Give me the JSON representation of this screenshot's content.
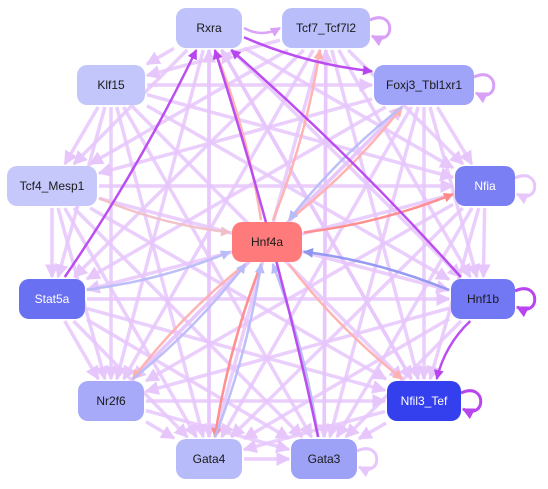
{
  "nodes": [
    {
      "id": "rxra",
      "label": "Rxra",
      "fill": "#bfc2fb",
      "text": "#1a1a1a"
    },
    {
      "id": "tcf7",
      "label": "Tcf7_Tcf7l2",
      "fill": "#b9bdfa",
      "text": "#1a1a1a"
    },
    {
      "id": "klf15",
      "label": "Klf15",
      "fill": "#c3c6fb",
      "text": "#1a1a1a"
    },
    {
      "id": "foxj3",
      "label": "Foxj3_Tbl1xr1",
      "fill": "#9fa4f8",
      "text": "#1a1a1a"
    },
    {
      "id": "tcf4",
      "label": "Tcf4_Mesp1",
      "fill": "#c6c8fb",
      "text": "#1a1a1a"
    },
    {
      "id": "nfia",
      "label": "Nfia",
      "fill": "#7a80f4",
      "text": "#ffffff"
    },
    {
      "id": "hnf4a",
      "label": "Hnf4a",
      "fill": "#ff7a7a",
      "text": "#1a1a1a"
    },
    {
      "id": "stat5a",
      "label": "Stat5a",
      "fill": "#6a70f2",
      "text": "#ffffff"
    },
    {
      "id": "hnf1b",
      "label": "Hnf1b",
      "fill": "#7277f3",
      "text": "#1a1a1a"
    },
    {
      "id": "nr2f6",
      "label": "Nr2f6",
      "fill": "#a6aaf8",
      "text": "#1a1a1a"
    },
    {
      "id": "nfil3",
      "label": "Nfil3_Tef",
      "fill": "#3440ee",
      "text": "#ffffff"
    },
    {
      "id": "gata4",
      "label": "Gata4",
      "fill": "#b8bbfa",
      "text": "#1a1a1a"
    },
    {
      "id": "gata3",
      "label": "Gata3",
      "fill": "#9da2f7",
      "text": "#1a1a1a"
    }
  ],
  "edges": [
    {
      "from": "hnf1b",
      "to": "hnf4a",
      "color": "#8f96f0"
    },
    {
      "from": "hnf4a",
      "to": "nfia",
      "color": "#ff8a8a"
    },
    {
      "from": "hnf4a",
      "to": "rxra",
      "color": "#ffb0b0"
    },
    {
      "from": "hnf4a",
      "to": "tcf7",
      "color": "#ffb0b0"
    },
    {
      "from": "hnf4a",
      "to": "gata4",
      "color": "#ff8a8a"
    },
    {
      "from": "hnf4a",
      "to": "nfil3",
      "color": "#ffb0b0"
    },
    {
      "from": "hnf4a",
      "to": "nr2f6",
      "color": "#ffb0b0"
    },
    {
      "from": "hnf4a",
      "to": "foxj3",
      "color": "#ffb0b0"
    },
    {
      "from": "stat5a",
      "to": "hnf4a",
      "color": "#b8bcf8"
    },
    {
      "from": "nr2f6",
      "to": "hnf4a",
      "color": "#b8bcf8"
    },
    {
      "from": "gata4",
      "to": "hnf4a",
      "color": "#b8bcf8"
    },
    {
      "from": "gata3",
      "to": "hnf4a",
      "color": "#b8bcf8"
    },
    {
      "from": "foxj3",
      "to": "hnf4a",
      "color": "#b8bcf8"
    },
    {
      "from": "tcf4",
      "to": "hnf4a",
      "color": "#f0c0c8"
    },
    {
      "from": "hnf1b",
      "to": "rxra",
      "color": "#b845f0"
    },
    {
      "from": "stat5a",
      "to": "rxra",
      "color": "#b845f0"
    },
    {
      "from": "gata3",
      "to": "rxra",
      "color": "#b845f0"
    },
    {
      "from": "rxra",
      "to": "foxj3",
      "color": "#b845f0"
    },
    {
      "from": "hnf1b",
      "to": "nfil3",
      "color": "#b845f0"
    },
    {
      "from": "rxra",
      "to": "tcf7",
      "color": "#d9a0f7"
    },
    {
      "from": "rxra",
      "to": "klf15",
      "color": "#e6c6fb"
    },
    {
      "from": "rxra",
      "to": "tcf4",
      "color": "#e6c6fb"
    },
    {
      "from": "rxra",
      "to": "nfia",
      "color": "#e6c6fb"
    },
    {
      "from": "rxra",
      "to": "hnf1b",
      "color": "#e6c6fb"
    },
    {
      "from": "rxra",
      "to": "nfil3",
      "color": "#e6c6fb"
    },
    {
      "from": "rxra",
      "to": "gata4",
      "color": "#e6c6fb"
    },
    {
      "from": "rxra",
      "to": "nr2f6",
      "color": "#e6c6fb"
    },
    {
      "from": "tcf7",
      "to": "klf15",
      "color": "#e6c6fb"
    },
    {
      "from": "tcf7",
      "to": "tcf4",
      "color": "#e6c6fb"
    },
    {
      "from": "tcf7",
      "to": "nfia",
      "color": "#e6c6fb"
    },
    {
      "from": "tcf7",
      "to": "stat5a",
      "color": "#e6c6fb"
    },
    {
      "from": "tcf7",
      "to": "nr2f6",
      "color": "#e6c6fb"
    },
    {
      "from": "tcf7",
      "to": "gata4",
      "color": "#e6c6fb"
    },
    {
      "from": "tcf7",
      "to": "gata3",
      "color": "#e6c6fb"
    },
    {
      "from": "tcf7",
      "to": "hnf1b",
      "color": "#e6c6fb"
    },
    {
      "from": "tcf7",
      "to": "nfil3",
      "color": "#e6c6fb"
    },
    {
      "from": "klf15",
      "to": "foxj3",
      "color": "#e6c6fb"
    },
    {
      "from": "klf15",
      "to": "nfia",
      "color": "#e6c6fb"
    },
    {
      "from": "klf15",
      "to": "hnf1b",
      "color": "#e6c6fb"
    },
    {
      "from": "klf15",
      "to": "nfil3",
      "color": "#e6c6fb"
    },
    {
      "from": "klf15",
      "to": "gata3",
      "color": "#e6c6fb"
    },
    {
      "from": "klf15",
      "to": "gata4",
      "color": "#e6c6fb"
    },
    {
      "from": "klf15",
      "to": "stat5a",
      "color": "#e6c6fb"
    },
    {
      "from": "klf15",
      "to": "nr2f6",
      "color": "#e6c6fb"
    },
    {
      "from": "klf15",
      "to": "tcf4",
      "color": "#e6c6fb"
    },
    {
      "from": "foxj3",
      "to": "tcf4",
      "color": "#e6c6fb"
    },
    {
      "from": "foxj3",
      "to": "nfia",
      "color": "#e6c6fb"
    },
    {
      "from": "foxj3",
      "to": "stat5a",
      "color": "#e6c6fb"
    },
    {
      "from": "foxj3",
      "to": "nr2f6",
      "color": "#e6c6fb"
    },
    {
      "from": "foxj3",
      "to": "gata4",
      "color": "#e6c6fb"
    },
    {
      "from": "foxj3",
      "to": "gata3",
      "color": "#e6c6fb"
    },
    {
      "from": "foxj3",
      "to": "hnf1b",
      "color": "#e6c6fb"
    },
    {
      "from": "foxj3",
      "to": "nfil3",
      "color": "#e6c6fb"
    },
    {
      "from": "tcf4",
      "to": "nfia",
      "color": "#e6c6fb"
    },
    {
      "from": "tcf4",
      "to": "hnf1b",
      "color": "#e6c6fb"
    },
    {
      "from": "tcf4",
      "to": "nfil3",
      "color": "#e6c6fb"
    },
    {
      "from": "tcf4",
      "to": "gata3",
      "color": "#e6c6fb"
    },
    {
      "from": "tcf4",
      "to": "gata4",
      "color": "#e6c6fb"
    },
    {
      "from": "tcf4",
      "to": "nr2f6",
      "color": "#e6c6fb"
    },
    {
      "from": "tcf4",
      "to": "stat5a",
      "color": "#e6c6fb"
    },
    {
      "from": "nfia",
      "to": "stat5a",
      "color": "#e6c6fb"
    },
    {
      "from": "nfia",
      "to": "nr2f6",
      "color": "#e6c6fb"
    },
    {
      "from": "nfia",
      "to": "gata4",
      "color": "#e6c6fb"
    },
    {
      "from": "nfia",
      "to": "gata3",
      "color": "#e6c6fb"
    },
    {
      "from": "nfia",
      "to": "nfil3",
      "color": "#e6c6fb"
    },
    {
      "from": "nfia",
      "to": "hnf1b",
      "color": "#e6c6fb"
    },
    {
      "from": "stat5a",
      "to": "hnf1b",
      "color": "#e6c6fb"
    },
    {
      "from": "stat5a",
      "to": "nfil3",
      "color": "#e6c6fb"
    },
    {
      "from": "stat5a",
      "to": "gata3",
      "color": "#e6c6fb"
    },
    {
      "from": "stat5a",
      "to": "gata4",
      "color": "#e6c6fb"
    },
    {
      "from": "stat5a",
      "to": "nr2f6",
      "color": "#e6c6fb"
    },
    {
      "from": "hnf1b",
      "to": "nr2f6",
      "color": "#e6c6fb"
    },
    {
      "from": "hnf1b",
      "to": "gata4",
      "color": "#e6c6fb"
    },
    {
      "from": "hnf1b",
      "to": "gata3",
      "color": "#e6c6fb"
    },
    {
      "from": "nr2f6",
      "to": "nfil3",
      "color": "#e6c6fb"
    },
    {
      "from": "nr2f6",
      "to": "gata3",
      "color": "#e6c6fb"
    },
    {
      "from": "nr2f6",
      "to": "gata4",
      "color": "#e6c6fb"
    },
    {
      "from": "nfil3",
      "to": "gata4",
      "color": "#e6c6fb"
    },
    {
      "from": "nfil3",
      "to": "gata3",
      "color": "#e6c6fb"
    },
    {
      "from": "gata4",
      "to": "gata3",
      "color": "#e6c6fb"
    },
    {
      "from": "gata3",
      "to": "tcf7",
      "color": "#e6c6fb"
    },
    {
      "from": "gata4",
      "to": "rxra",
      "color": "#e6c6fb"
    },
    {
      "from": "nfil3",
      "to": "rxra",
      "color": "#e6c6fb"
    },
    {
      "from": "nr2f6",
      "to": "foxj3",
      "color": "#e6c6fb"
    }
  ],
  "self_loops": [
    {
      "node": "tcf7",
      "color": "#d9a0f7"
    },
    {
      "node": "foxj3",
      "color": "#d9a0f7"
    },
    {
      "node": "nfia",
      "color": "#e6c6fb"
    },
    {
      "node": "hnf1b",
      "color": "#b845f0"
    },
    {
      "node": "nfil3",
      "color": "#b845f0"
    },
    {
      "node": "gata3",
      "color": "#e6c6fb"
    }
  ]
}
